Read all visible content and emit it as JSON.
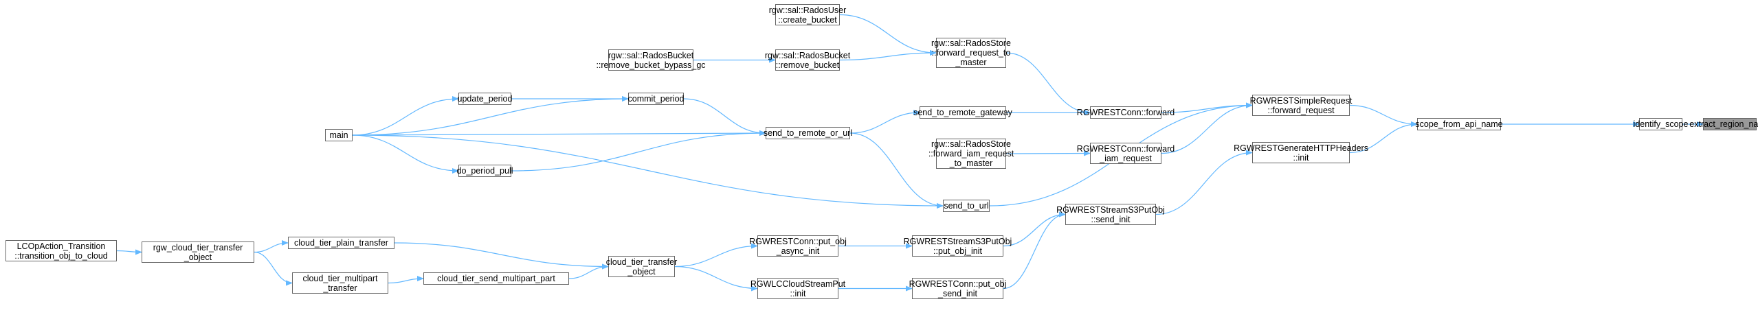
{
  "nodes": {
    "n_extract": {
      "label": "extract_region_name",
      "root": true
    },
    "n_identify": {
      "label": "identify_scope"
    },
    "n_scope": {
      "label": "scope_from_api_name"
    },
    "n_simple": {
      "label": "RGWRESTSimpleRequest\n::forward_request"
    },
    "n_genhdr": {
      "label": "RGWRESTGenerateHTTPHeaders\n::init"
    },
    "n_conn_fwd": {
      "label": "RGWRESTConn::forward"
    },
    "n_conn_iam": {
      "label": "RGWRESTConn::forward\n_iam_request"
    },
    "n_store_fwd": {
      "label": "rgw::sal::RadosStore\n::forward_request_to\n_master"
    },
    "n_store_iam": {
      "label": "rgw::sal::RadosStore\n::forward_iam_request\n_to_master"
    },
    "n_user_create": {
      "label": "rgw::sal::RadosUser\n::create_bucket"
    },
    "n_bucket_remove": {
      "label": "rgw::sal::RadosBucket\n::remove_bucket"
    },
    "n_bucket_bypass": {
      "label": "rgw::sal::RadosBucket\n::remove_bucket_bypass_gc"
    },
    "n_send_gateway": {
      "label": "send_to_remote_gateway"
    },
    "n_send_remote": {
      "label": "send_to_remote_or_url"
    },
    "n_commit": {
      "label": "commit_period"
    },
    "n_update": {
      "label": "update_period"
    },
    "n_pull": {
      "label": "do_period_pull"
    },
    "n_send_url": {
      "label": "send_to_url"
    },
    "n_main": {
      "label": "main"
    },
    "n_stream_send": {
      "label": "RGWRESTStreamS3PutObj\n::send_init"
    },
    "n_stream_put": {
      "label": "RGWRESTStreamS3PutObj\n::put_obj_init"
    },
    "n_conn_async": {
      "label": "RGWRESTConn::put_obj\n_async_init"
    },
    "n_conn_send": {
      "label": "RGWRESTConn::put_obj\n_send_init"
    },
    "n_lc_stream": {
      "label": "RGWLCCloudStreamPut\n::init"
    },
    "n_cloud_transfer": {
      "label": "cloud_tier_transfer\n_object"
    },
    "n_cloud_plain": {
      "label": "cloud_tier_plain_transfer"
    },
    "n_cloud_send_mp": {
      "label": "cloud_tier_send_multipart_part"
    },
    "n_cloud_multipart": {
      "label": "cloud_tier_multipart\n_transfer"
    },
    "n_rgw_cloud": {
      "label": "rgw_cloud_tier_transfer\n_object"
    },
    "n_lcop": {
      "label": "LCOpAction_Transition\n::transition_obj_to_cloud"
    }
  },
  "edges": [
    [
      "n_identify",
      "n_extract"
    ],
    [
      "n_scope",
      "n_identify"
    ],
    [
      "n_simple",
      "n_scope"
    ],
    [
      "n_genhdr",
      "n_scope"
    ],
    [
      "n_conn_fwd",
      "n_simple"
    ],
    [
      "n_conn_iam",
      "n_simple"
    ],
    [
      "n_send_url",
      "n_simple"
    ],
    [
      "n_store_fwd",
      "n_conn_fwd"
    ],
    [
      "n_send_gateway",
      "n_conn_fwd"
    ],
    [
      "n_user_create",
      "n_store_fwd"
    ],
    [
      "n_bucket_remove",
      "n_store_fwd"
    ],
    [
      "n_bucket_bypass",
      "n_bucket_remove"
    ],
    [
      "n_store_iam",
      "n_conn_iam"
    ],
    [
      "n_send_remote",
      "n_send_gateway"
    ],
    [
      "n_send_remote",
      "n_send_url"
    ],
    [
      "n_main",
      "n_send_remote"
    ],
    [
      "n_commit",
      "n_send_remote"
    ],
    [
      "n_pull",
      "n_send_remote"
    ],
    [
      "n_main",
      "n_commit"
    ],
    [
      "n_update",
      "n_commit"
    ],
    [
      "n_main",
      "n_update"
    ],
    [
      "n_main",
      "n_pull"
    ],
    [
      "n_main",
      "n_send_url"
    ],
    [
      "n_stream_send",
      "n_genhdr"
    ],
    [
      "n_stream_put",
      "n_stream_send"
    ],
    [
      "n_conn_send",
      "n_stream_send"
    ],
    [
      "n_conn_async",
      "n_stream_put"
    ],
    [
      "n_lc_stream",
      "n_conn_send"
    ],
    [
      "n_cloud_transfer",
      "n_conn_async"
    ],
    [
      "n_cloud_transfer",
      "n_lc_stream"
    ],
    [
      "n_cloud_plain",
      "n_cloud_transfer"
    ],
    [
      "n_cloud_send_mp",
      "n_cloud_transfer"
    ],
    [
      "n_cloud_multipart",
      "n_cloud_send_mp"
    ],
    [
      "n_rgw_cloud",
      "n_cloud_plain"
    ],
    [
      "n_rgw_cloud",
      "n_cloud_multipart"
    ],
    [
      "n_lcop",
      "n_rgw_cloud"
    ]
  ],
  "colors": {
    "edge": "#63B8FF",
    "node_border": "#666666",
    "node_fill": "#ffffff",
    "root_fill": "#999999",
    "text": "#000000"
  }
}
